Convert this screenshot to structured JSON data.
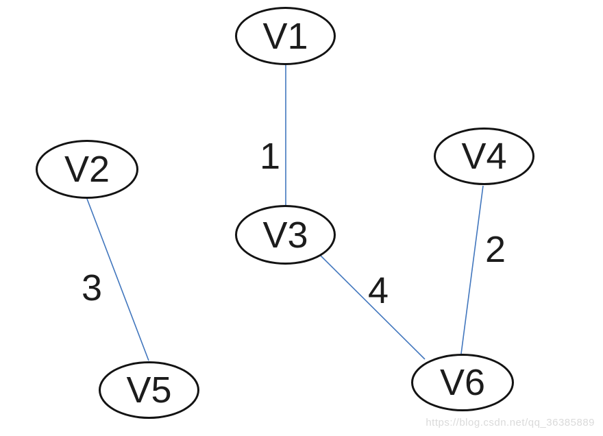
{
  "colors": {
    "edge": "#4176bd",
    "node_border": "#131313",
    "label_text": "#1c1c1c",
    "watermark": "#dadada",
    "background": "#ffffff"
  },
  "graph": {
    "nodes": [
      {
        "label": "V1"
      },
      {
        "label": "V2"
      },
      {
        "label": "V3"
      },
      {
        "label": "V4"
      },
      {
        "label": "V5"
      },
      {
        "label": "V6"
      }
    ],
    "edges": [
      {
        "from": "V1",
        "to": "V3",
        "weight": "1"
      },
      {
        "from": "V2",
        "to": "V5",
        "weight": "3"
      },
      {
        "from": "V3",
        "to": "V6",
        "weight": "4"
      },
      {
        "from": "V4",
        "to": "V6",
        "weight": "2"
      }
    ]
  },
  "watermark": {
    "text": "https://blog.csdn.net/qq_36385889"
  }
}
